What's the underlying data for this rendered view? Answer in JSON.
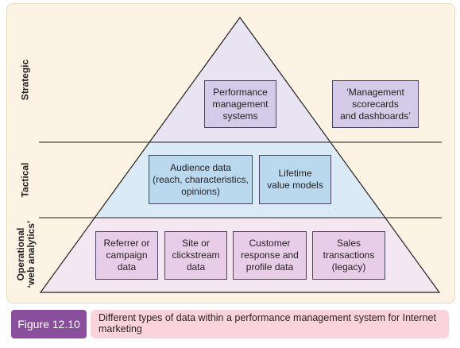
{
  "tiers": {
    "strategic": "Strategic",
    "tactical": "Tactical",
    "operational_line1": "Operational",
    "operational_line2": "‘web analytics’"
  },
  "boxes": {
    "performance_management": "Performance\nmanagement\nsystems",
    "management_scorecards": "‘Management\nscorecards\nand dashboards’",
    "audience_data": "Audience data\n(reach, characteristics,\nopinions)",
    "lifetime_value": "Lifetime\nvalue models",
    "referrer_data": "Referrer or\ncampaign\ndata",
    "clickstream_data": "Site or\nclickstream\ndata",
    "customer_response": "Customer\nresponse and\nprofile data",
    "sales_transactions": "Sales\ntransactions\n(legacy)"
  },
  "caption": {
    "figure_label": "Figure 12.10",
    "text": "Different types of data within a performance management system for Internet marketing"
  },
  "colors": {
    "strategic_fill": "#e8e4f3",
    "tactical_fill": "#dbeaf7",
    "operational_fill": "#f4e7f2",
    "figure_badge": "#8a4f9c",
    "caption_fill": "#fbd3da"
  }
}
